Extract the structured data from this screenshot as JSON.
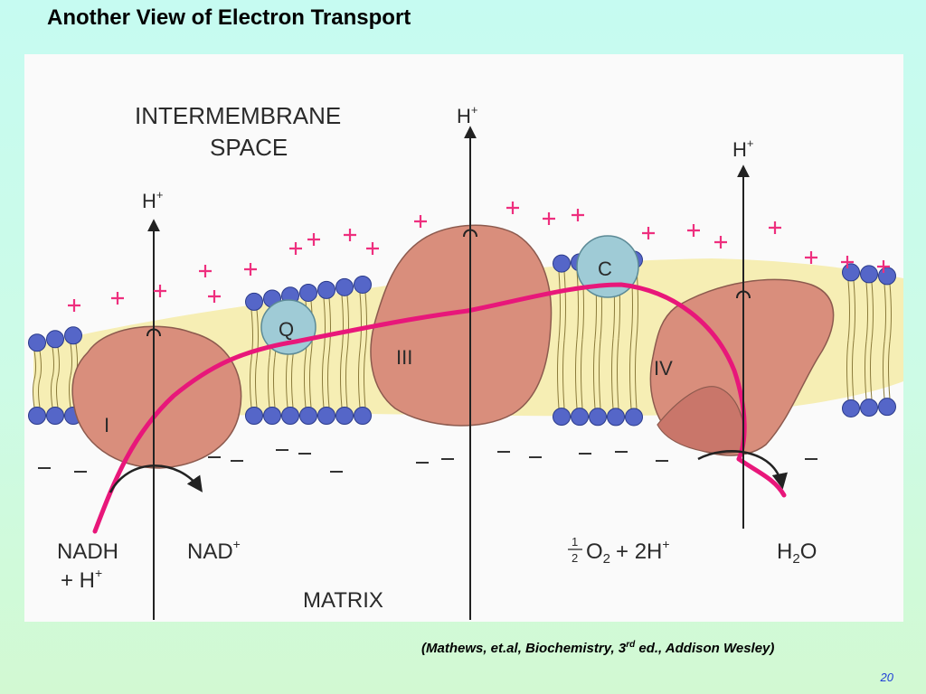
{
  "slide": {
    "title": "Another View of Electron Transport",
    "citation": {
      "prefix": "(Mathews, et.al, Biochemistry, 3",
      "superscript": "rd",
      "suffix": " ed., Addison Wesley)"
    },
    "page_number": "20"
  },
  "diagram": {
    "region_labels": {
      "intermembrane_line1": "INTERMEMBRANE",
      "intermembrane_line2": "SPACE",
      "matrix": "MATRIX"
    },
    "complexes": {
      "complex_1": "I",
      "complex_3": "III",
      "complex_4": "IV",
      "carrier_q": "Q",
      "carrier_c": "C"
    },
    "proton_label": "H",
    "proton_sup": "+",
    "reactants": {
      "nadh_line1": "NADH",
      "nadh_line2": "+ H",
      "nad": "NAD",
      "half": "1",
      "half_den": "2",
      "oxygen": "O",
      "oxygen_sub": "2",
      "plus_2h": "+ 2H",
      "water": "H",
      "water_sub": "2",
      "water_o": "O"
    },
    "colors": {
      "protein": "#d98e7c",
      "lipid_head": "#5566c8",
      "tail_band": "#f6eeb4",
      "electron_path": "#e8177a",
      "carrier": "#9fcbd6",
      "plus_sign": "#ee2f7e"
    }
  }
}
